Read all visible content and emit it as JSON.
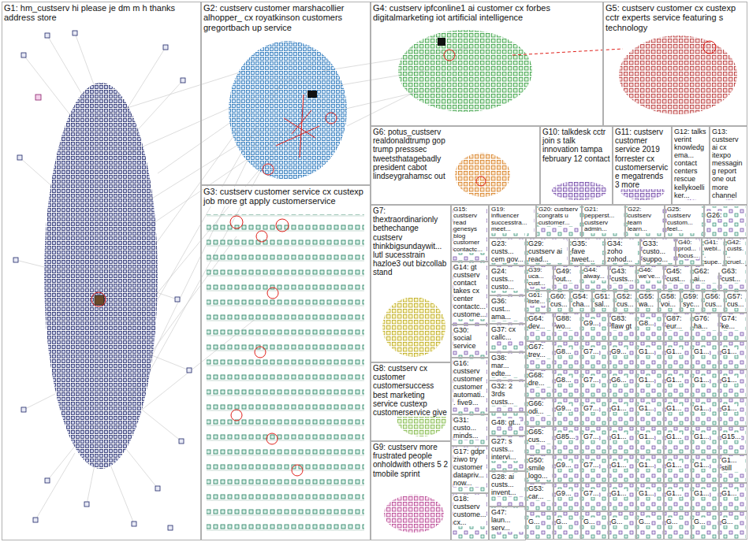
{
  "diagram": {
    "nodes": [
      {
        "text": [
          "G1: hm_custserv hi please je dm m h thanks address store"
        ]
      },
      {
        "text": [
          "G2: custserv customer marshacollier alhopper_ cx royatkinson customers gregortbach up service"
        ]
      },
      {
        "text": [
          "G3: custserv customer service cx custexp job more gt apply customerservice"
        ]
      },
      {
        "text": [
          "G4: custserv ipfconline1 ai customer cx forbes digitalmarketing iot artificial intelligence"
        ]
      },
      {
        "text": [
          "G5: custserv customer cx custexp cctr experts service featuring s technology"
        ]
      },
      {
        "text": [
          "G6: potus_custserv realdonaldtrump gop trump presssec tweetsthatagebadly president cabot lindseygrahamsc out"
        ]
      },
      {
        "text": [
          "G10: talkdesk cctr join s talk innovation tampa february 12 contact"
        ]
      },
      {
        "text": [
          "G11: custserv customer service 2019 forrester cx customerservice megatrends 3 more"
        ]
      },
      {
        "text": [
          "G12: talks verint knowledgema... contact centers rescue kellykoelliker..."
        ]
      },
      {
        "text": [
          "G13: custserv ai cx itexpo messaging report one out more channel"
        ]
      },
      {
        "text": [
          "G7: thextraordinarionly bethechange custserv thinkbigsundaywit... lutl sucesstrain hazloe3 out bizcollab stand"
        ]
      },
      {
        "text": [
          "G8: custserv cx customer customersuccess best marketing service custexp customerservice give"
        ]
      },
      {
        "text": [
          "G9: custserv more frustrated people onholdwith others 5 2 tmobile sprint"
        ]
      },
      {
        "text": [
          "G15: custserv read genesys blog customer contactc..."
        ]
      },
      {
        "text": [
          "G14: gt custserv contact takes cx center contactc... custome..."
        ]
      },
      {
        "text": [
          "G30: social service"
        ]
      },
      {
        "text": [
          "G16: custserv customer customer automati... five9..."
        ]
      },
      {
        "text": [
          "G31: custo... minds..."
        ]
      },
      {
        "text": [
          "G17: gdpr ziwo try customer datapriv... now..."
        ]
      },
      {
        "text": [
          "G18: custserv custome... cx..."
        ]
      },
      {
        "text": [
          "G19: influencer successtra... meet..."
        ]
      },
      {
        "text": [
          "G20: custserv congrats u customer..."
        ]
      },
      {
        "text": [
          "G21: pepperst... custserv admin..."
        ]
      },
      {
        "text": [
          "G22: custserv team learn..."
        ]
      },
      {
        "text": [
          "G25: custserv custom... feel..."
        ]
      },
      {
        "text": [
          "G26:"
        ]
      },
      {
        "text": [
          "G23: custs... cem gov..."
        ]
      },
      {
        "text": [
          "G29: custserv ai read..."
        ]
      },
      {
        "text": [
          "G35: fave tweet..."
        ]
      },
      {
        "text": [
          "G34: zoho zohod..."
        ]
      },
      {
        "text": [
          "G33: custo... suppo..."
        ]
      },
      {
        "text": [
          "G40: prod... focus..."
        ]
      },
      {
        "text": [
          "G41: webi... supe..."
        ]
      },
      {
        "text": [
          "G42: custs... cruel..."
        ]
      },
      {
        "text": [
          "G24: custs... custo..."
        ]
      },
      {
        "text": [
          "G36: cust... ama..."
        ]
      },
      {
        "text": [
          "G37: cx callc..."
        ]
      },
      {
        "text": [
          "G38: mar... edte..."
        ]
      },
      {
        "text": [
          "G32: 2 3rds custs..."
        ]
      },
      {
        "text": [
          "G48: gt..."
        ]
      },
      {
        "text": [
          "G27: s custs... intervi..."
        ]
      },
      {
        "text": [
          "G28: ai custs... invent..."
        ]
      },
      {
        "text": [
          "G47: laun... serv..."
        ]
      },
      {
        "text": [
          "G39: uca... cust..."
        ]
      },
      {
        "text": [
          "G49: out..."
        ]
      },
      {
        "text": [
          "G44: alway..."
        ]
      },
      {
        "text": [
          "G43: custs..."
        ]
      },
      {
        "text": [
          "G46: we've..."
        ]
      },
      {
        "text": [
          "G45: cust..."
        ]
      },
      {
        "text": [
          "G62: ai..."
        ]
      },
      {
        "text": [
          "G63: cust..."
        ]
      },
      {
        "text": [
          "G61: liste..."
        ]
      },
      {
        "text": [
          "G60: cus..."
        ]
      },
      {
        "text": [
          "G54: cha..."
        ]
      },
      {
        "text": [
          "G51: sal..."
        ]
      },
      {
        "text": [
          "G52: cus..."
        ]
      },
      {
        "text": [
          "G55: wa..."
        ]
      },
      {
        "text": [
          "G58: voi..."
        ]
      },
      {
        "text": [
          "G59: syc..."
        ]
      },
      {
        "text": [
          "G56: cus..."
        ]
      },
      {
        "text": [
          "G57: cus..."
        ]
      },
      {
        "text": [
          "G64: dev..."
        ]
      },
      {
        "text": [
          "G88: wo..."
        ]
      },
      {
        "text": [
          "G9..."
        ]
      },
      {
        "text": [
          "G83: flaw gt"
        ]
      },
      {
        "text": [
          "G8..."
        ]
      },
      {
        "text": [
          "G87: eur..."
        ]
      },
      {
        "text": [
          "G76: ha..."
        ]
      },
      {
        "text": [
          "G74: ke..."
        ]
      },
      {
        "text": [
          "G67: trev..."
        ]
      },
      {
        "text": [
          "G8..."
        ]
      },
      {
        "text": [
          "G7..."
        ]
      },
      {
        "text": [
          "G9..."
        ]
      },
      {
        "text": [
          "G1..."
        ]
      },
      {
        "text": [
          "G1..."
        ]
      },
      {
        "text": [
          "G1..."
        ]
      },
      {
        "text": [
          "G1..."
        ]
      },
      {
        "text": [
          "G68: dre..."
        ]
      },
      {
        "text": [
          "G8..."
        ]
      },
      {
        "text": [
          "G7..."
        ]
      },
      {
        "text": [
          "G6..."
        ]
      },
      {
        "text": [
          "G1..."
        ]
      },
      {
        "text": [
          "G1..."
        ]
      },
      {
        "text": [
          "G1..."
        ]
      },
      {
        "text": [
          "G1..."
        ]
      },
      {
        "text": [
          "G66: odi..."
        ]
      },
      {
        "text": [
          "G9..."
        ]
      },
      {
        "text": [
          "G7..."
        ]
      },
      {
        "text": [
          "G1..."
        ]
      },
      {
        "text": [
          "G1..."
        ]
      },
      {
        "text": [
          "G1..."
        ]
      },
      {
        "text": [
          "G1..."
        ]
      },
      {
        "text": [
          "G1..."
        ]
      },
      {
        "text": [
          "G65: cus..."
        ]
      },
      {
        "text": [
          "G85..."
        ]
      },
      {
        "text": [
          "G7..."
        ]
      },
      {
        "text": [
          "G1..."
        ]
      },
      {
        "text": [
          "G1..."
        ]
      },
      {
        "text": [
          "G1..."
        ]
      },
      {
        "text": [
          "G1..."
        ]
      },
      {
        "text": [
          "G15..."
        ]
      },
      {
        "text": [
          "G50: smile logo..."
        ]
      },
      {
        "text": [
          "G9..."
        ]
      },
      {
        "text": [
          "G7..."
        ]
      },
      {
        "text": [
          "G1..."
        ]
      },
      {
        "text": [
          "G1..."
        ]
      },
      {
        "text": [
          "G1..."
        ]
      },
      {
        "text": [
          "G1..."
        ]
      },
      {
        "text": [
          "G1... still"
        ]
      },
      {
        "text": [
          "G53: car..."
        ]
      },
      {
        "text": [
          "G9..."
        ]
      },
      {
        "text": [
          "G7..."
        ]
      },
      {
        "text": [
          "G1..."
        ]
      },
      {
        "text": [
          "G1..."
        ]
      },
      {
        "text": [
          "G1..."
        ]
      },
      {
        "text": [
          "G1..."
        ]
      },
      {
        "text": [
          "G1..."
        ]
      },
      {
        "text": [
          "G..."
        ]
      },
      {
        "text": [
          "G..."
        ]
      },
      {
        "text": [
          "G..."
        ]
      },
      {
        "text": [
          "G..."
        ]
      },
      {
        "text": [
          "G..."
        ]
      },
      {
        "text": [
          "G..."
        ]
      },
      {
        "text": [
          "G..."
        ]
      },
      {
        "text": [
          "G..."
        ]
      }
    ]
  }
}
